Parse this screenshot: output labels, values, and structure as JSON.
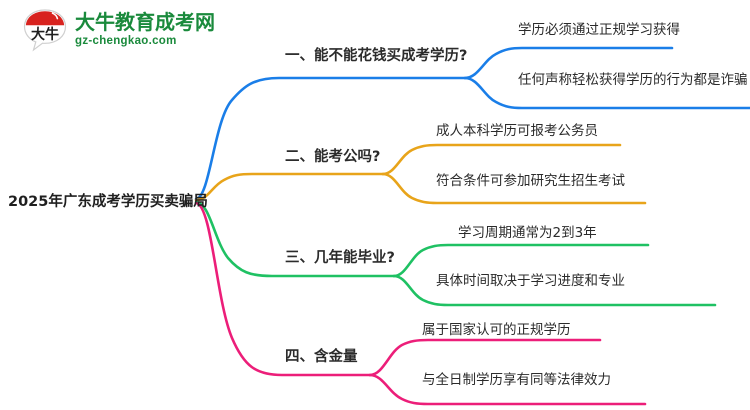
{
  "logo": {
    "icon": "speech-bubble-logo-icon",
    "mark_text": "大牛",
    "title": "大牛教育成考网",
    "subtitle": "gz-chengkao.com",
    "brand_color": "#1a8a3c",
    "mark_color": "#d8231f"
  },
  "mindmap": {
    "root": {
      "label": "2025年广东成考学历买卖骗局"
    },
    "branches": [
      {
        "id": "branch-1",
        "label": "一、能不能花钱买成考学历?",
        "color": "#1a7ee8",
        "children": [
          {
            "label": "学历必须通过正规学习获得"
          },
          {
            "label": "任何声称轻松获得学历的行为都是诈骗"
          }
        ]
      },
      {
        "id": "branch-2",
        "label": "二、能考公吗?",
        "color": "#e8a41a",
        "children": [
          {
            "label": "成人本科学历可报考公务员"
          },
          {
            "label": "符合条件可参加研究生招生考试"
          }
        ]
      },
      {
        "id": "branch-3",
        "label": "三、几年能毕业?",
        "color": "#1fc163",
        "children": [
          {
            "label": "学习周期通常为2到3年"
          },
          {
            "label": "具体时间取决于学习进度和专业"
          }
        ]
      },
      {
        "id": "branch-4",
        "label": "四、含金量",
        "color": "#ec1e79",
        "children": [
          {
            "label": "属于国家认可的正规学历"
          },
          {
            "label": "与全日制学历享有同等法律效力"
          }
        ]
      }
    ]
  }
}
